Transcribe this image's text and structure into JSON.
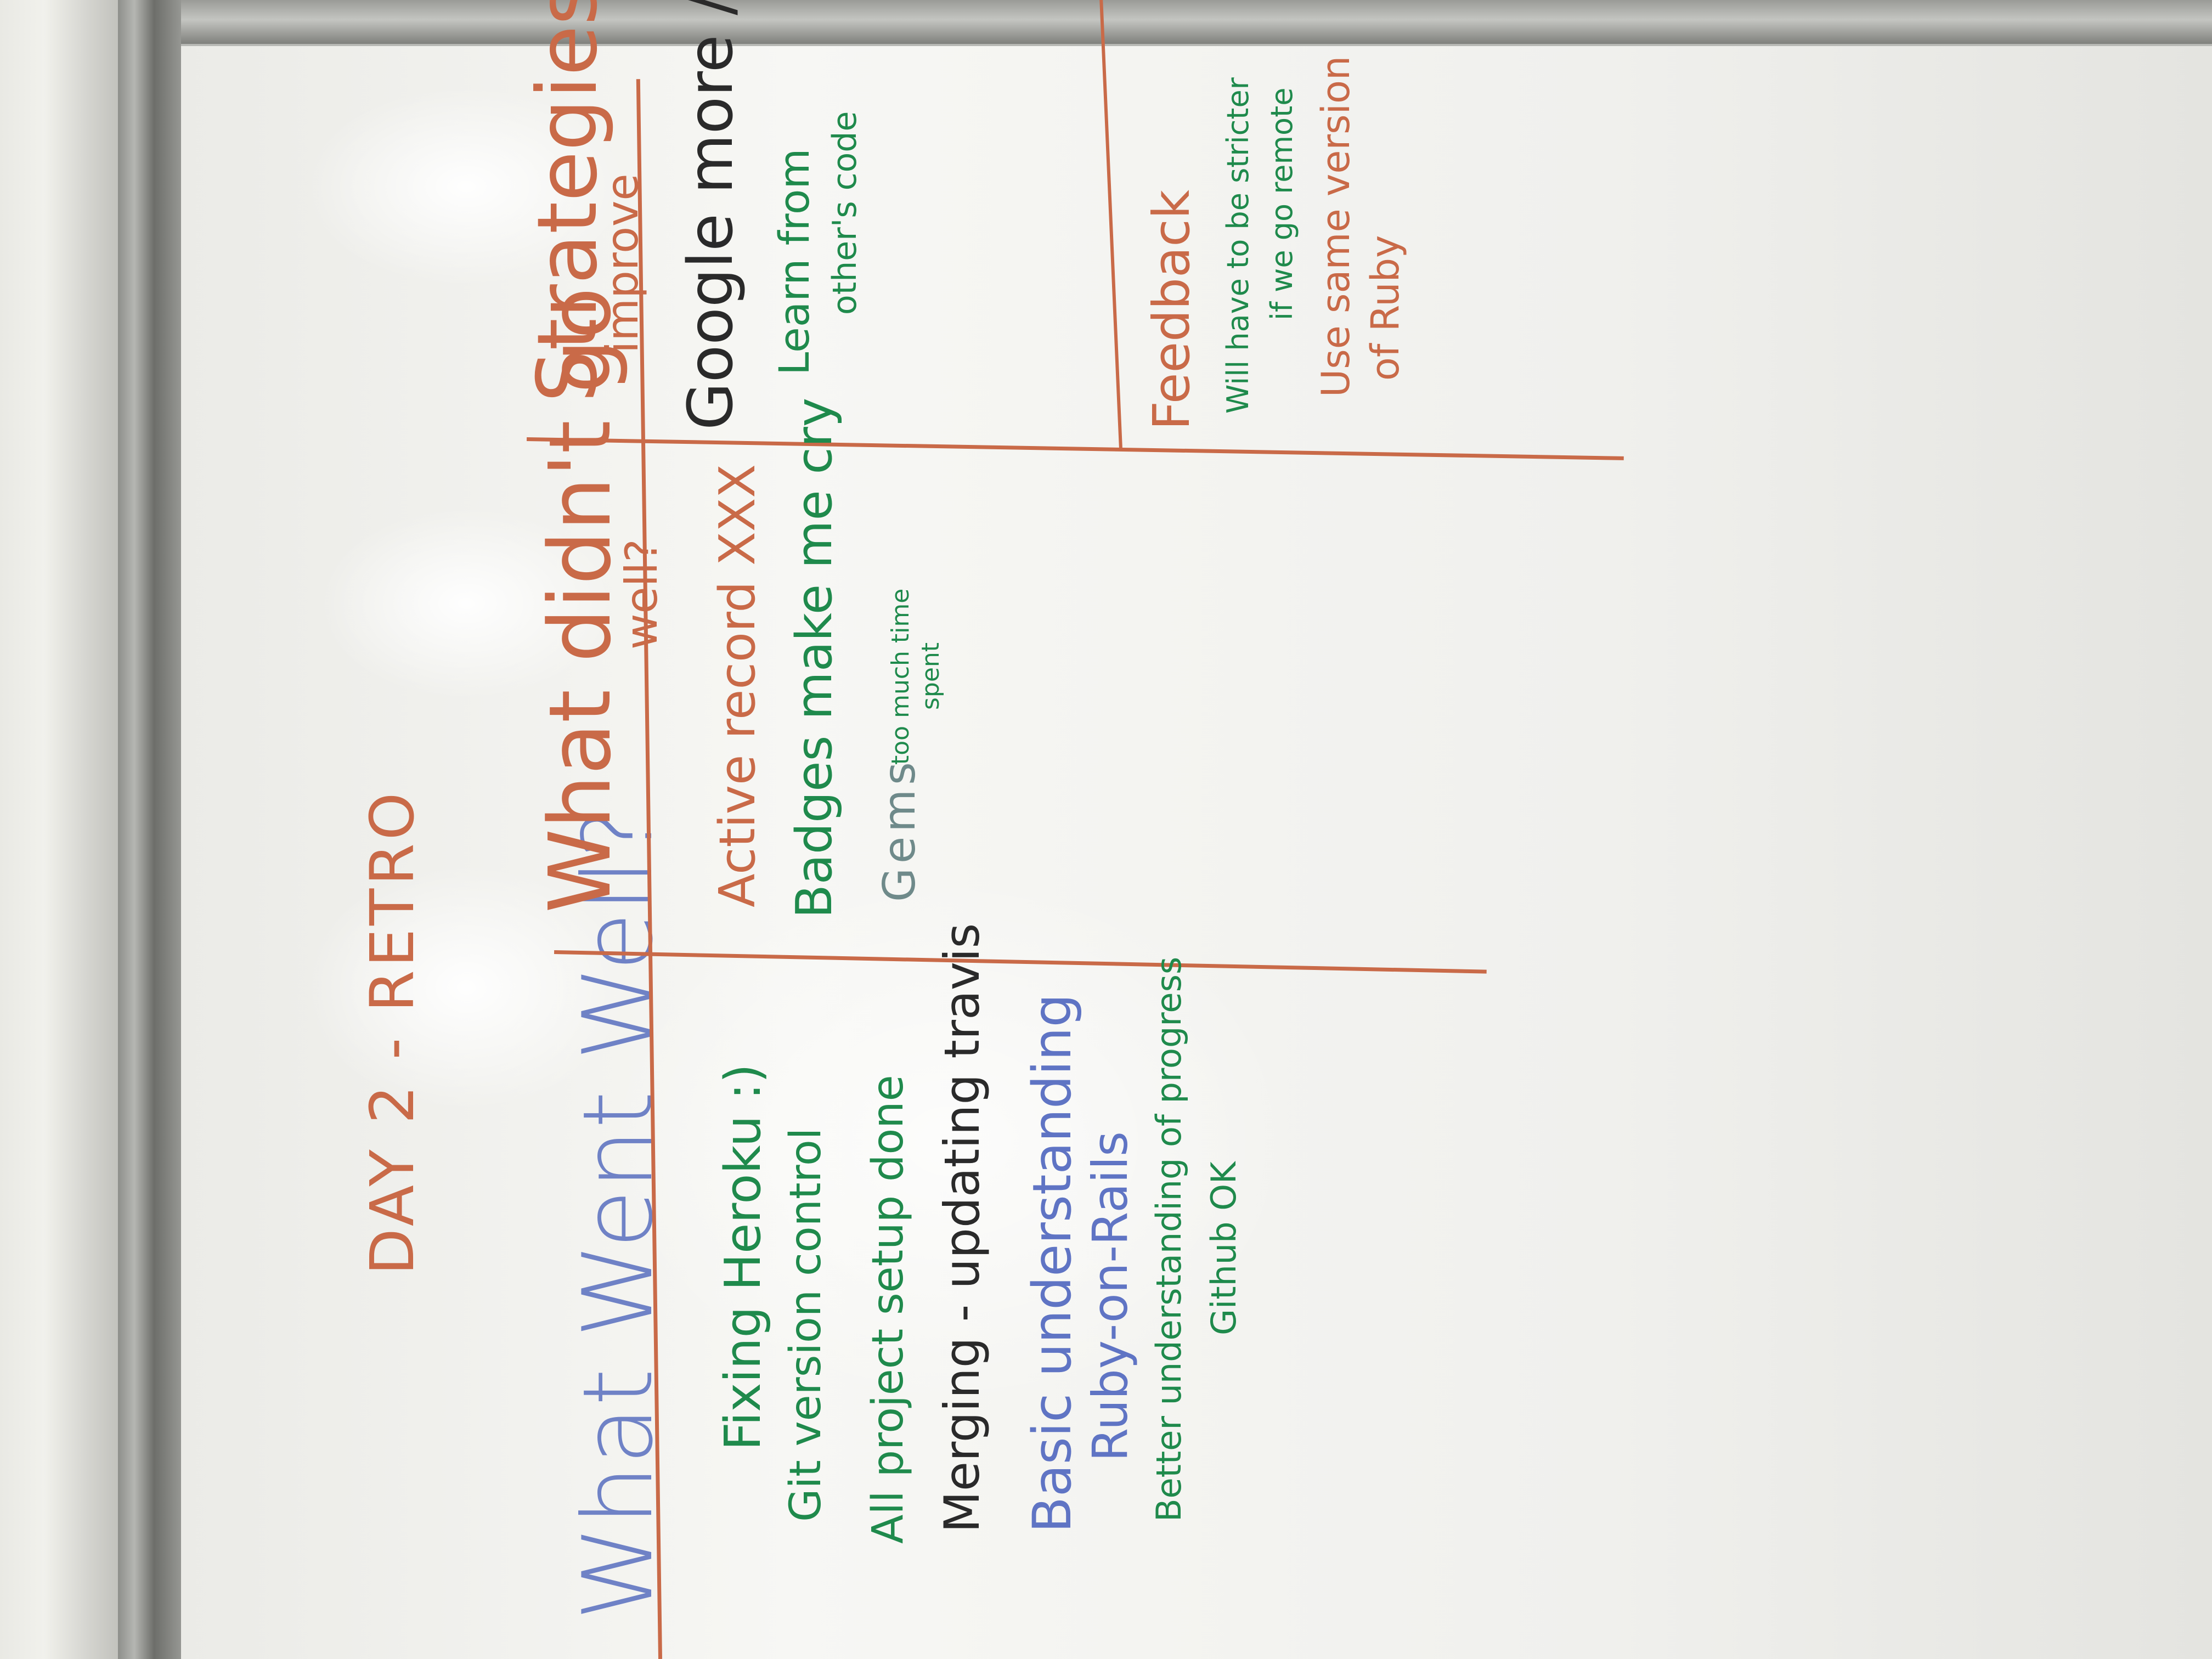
{
  "board": {
    "title": "DAY 2 - RETRO",
    "columns": [
      {
        "heading": "What Went Well?",
        "items": [
          "Fixing Heroku :)",
          "Git version control",
          "All project setup done",
          "Merging - updating travis",
          "Basic understanding",
          "Ruby-on-Rails",
          "Better understanding of progress",
          "Github OK"
        ]
      },
      {
        "heading": "What didn't go",
        "heading_line2": "well?",
        "items": [
          "Active record XXX",
          "Badges make me cry",
          "Gems",
          "too much time",
          "spent"
        ]
      },
      {
        "heading": "Strategies to",
        "heading_line2": "improve",
        "items": [
          "Google more //",
          "Learn from",
          "other's code"
        ]
      }
    ],
    "feedback": {
      "heading": "Feedback",
      "items": [
        "Will have to be stricter",
        "if we go remote",
        "Use same version",
        "of Ruby"
      ]
    }
  },
  "colors": {
    "heading_orange": "#c96a48",
    "text_green": "#1f8a4c",
    "text_blue": "#4a5fb4",
    "text_black": "#2a2a2a",
    "text_grey": "#6f8a8a"
  }
}
